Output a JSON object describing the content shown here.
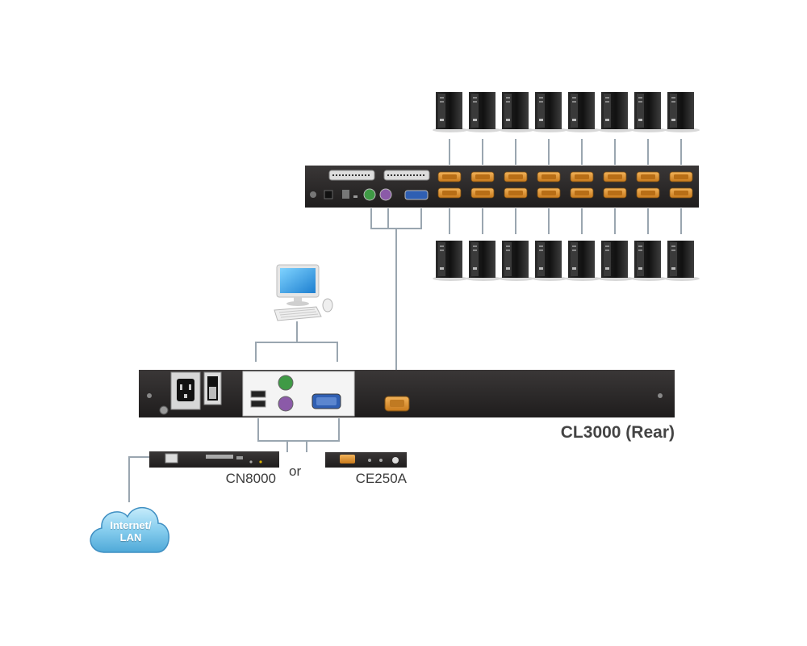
{
  "labels": {
    "product": "CL3000 (Rear)",
    "remote_unit_a": "CN8000",
    "or_text": "or",
    "remote_unit_b": "CE250A"
  },
  "cloud": {
    "line1": "Internet/",
    "line2": "LAN"
  },
  "colors": {
    "panel": "#2d2b2b",
    "connector_orange": "#d9912f",
    "cable_line": "#9aa6b0",
    "cloud_fill": "#8fd3f0",
    "port_green": "#3f9a45",
    "port_purple": "#8b5aa8",
    "vga_blue": "#2f5fb3"
  },
  "diagram": {
    "top_computers": 8,
    "bottom_computers": 8,
    "kvm_port_pairs": 8
  }
}
